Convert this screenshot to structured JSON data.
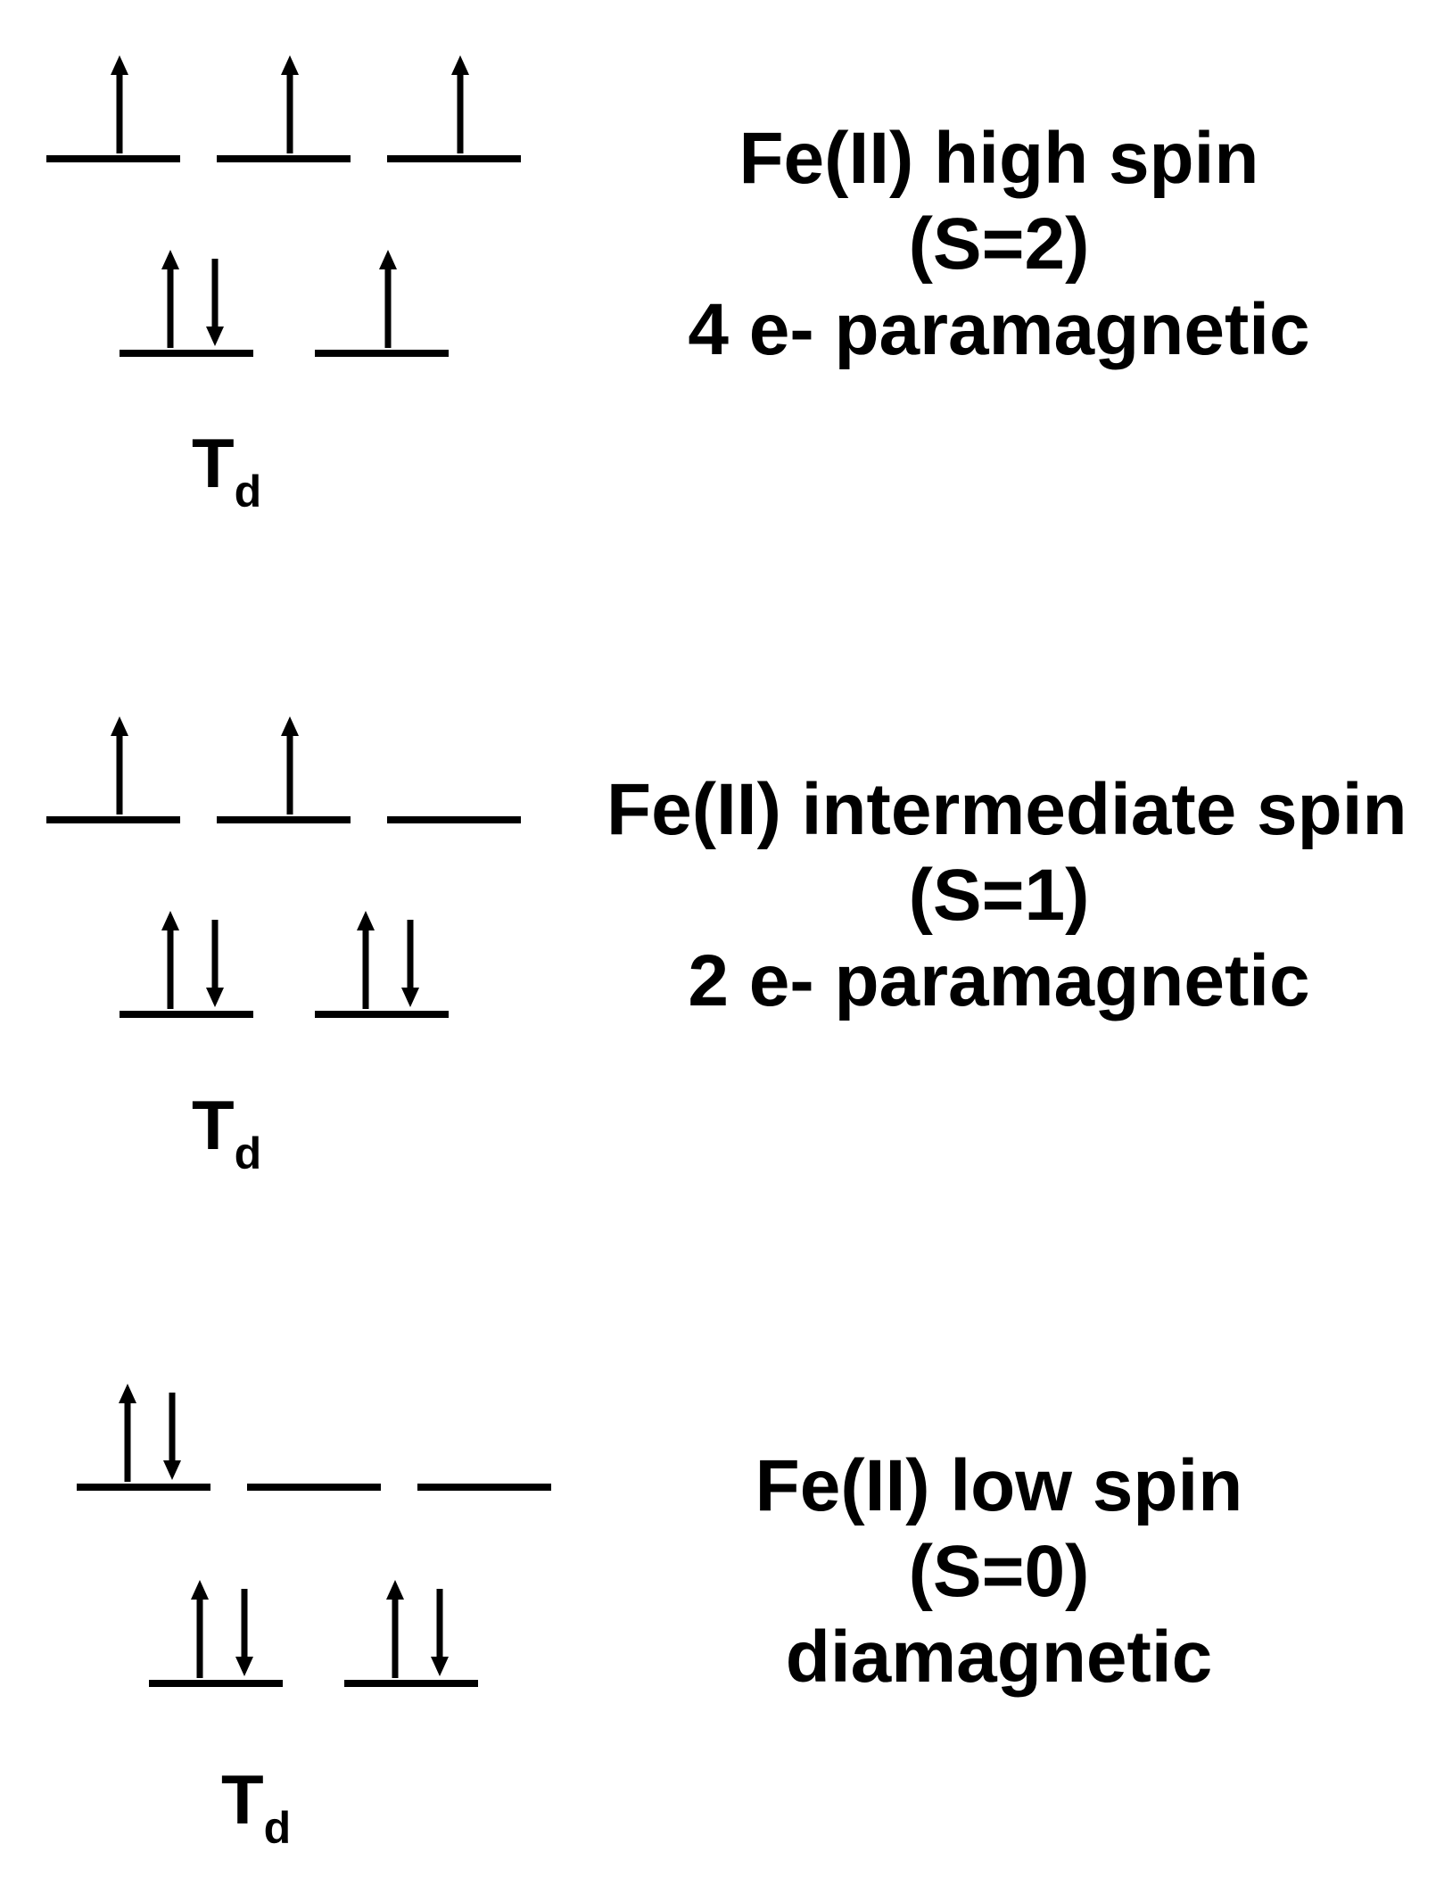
{
  "diagrams": [
    {
      "id": "high-spin",
      "title": "Fe(II) high spin",
      "spin": "(S=2)",
      "description": "4 e- paramagnetic",
      "symmetry": "T",
      "symmetry_sub": "d",
      "upper_levels": [
        "up",
        "up",
        "up"
      ],
      "lower_levels": [
        "updown",
        "up"
      ]
    },
    {
      "id": "intermediate-spin",
      "title": "Fe(II) intermediate spin",
      "spin": "(S=1)",
      "description": "2 e- paramagnetic",
      "symmetry": "T",
      "symmetry_sub": "d",
      "upper_levels": [
        "up",
        "up",
        "empty"
      ],
      "lower_levels": [
        "updown",
        "updown"
      ]
    },
    {
      "id": "low-spin",
      "title": "Fe(II) low spin",
      "spin": "(S=0)",
      "description": "diamagnetic",
      "symmetry": "T",
      "symmetry_sub": "d",
      "upper_levels": [
        "updown",
        "empty",
        "empty"
      ],
      "lower_levels": [
        "updown",
        "updown"
      ]
    }
  ],
  "colors": {
    "ink": "#000000",
    "background": "#ffffff"
  }
}
